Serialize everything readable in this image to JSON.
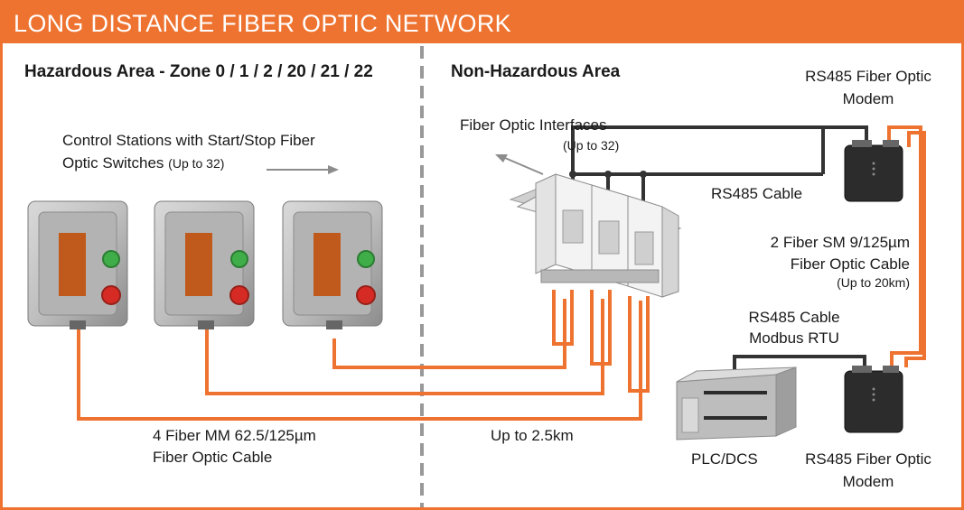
{
  "banner": {
    "title": "LONG DISTANCE FIBER OPTIC NETWORK"
  },
  "areas": {
    "hazardous": "Hazardous Area - Zone 0 / 1 / 2 / 20 / 21 / 22",
    "non_hazardous": "Non-Hazardous Area"
  },
  "control_stations": {
    "line1": "Control Stations with Start/Stop Fiber",
    "line2": "Optic Switches",
    "qty": "(Up to 32)"
  },
  "interfaces": {
    "line1": "Fiber Optic Interfaces",
    "qty": "(Up to 32)"
  },
  "modem_top": {
    "line1": "RS485 Fiber Optic",
    "line2": "Modem"
  },
  "modem_bottom": {
    "line1": "RS485 Fiber Optic",
    "line2": "Modem"
  },
  "cables": {
    "rs485_top": "RS485 Cable",
    "sm_line1": "2 Fiber SM 9/125µm",
    "sm_line2": "Fiber Optic Cable",
    "sm_line3": "(Up to 20km)",
    "rs485_mid_1": "RS485 Cable",
    "rs485_mid_2": "Modbus RTU",
    "mm_line1": "4 Fiber MM 62.5/125µm",
    "mm_line2": "Fiber Optic Cable",
    "distance": "Up to 2.5km"
  },
  "plc": {
    "label": "PLC/DCS"
  },
  "colors": {
    "accent": "#ee7330",
    "fiber": "#ee7330",
    "cable": "#333333",
    "divider": "#999999"
  }
}
